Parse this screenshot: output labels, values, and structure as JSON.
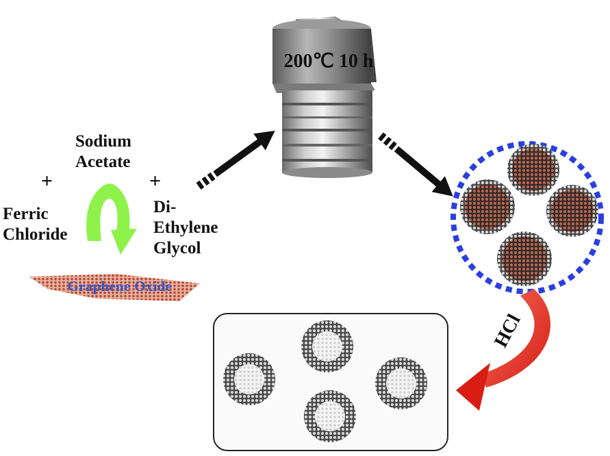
{
  "reagents": {
    "sodium_acetate": [
      "Sodium",
      "Acetate"
    ],
    "ferric_chloride": [
      "Ferric",
      "Chloride"
    ],
    "diethylene_glycol": [
      "Di-",
      "Ethylene",
      "Glycol"
    ],
    "plus_sign": "+",
    "graphene_oxide": "Graphene Oxide"
  },
  "reactor": {
    "condition": "200℃ 10 h"
  },
  "acid_step": {
    "label": "HCl"
  },
  "colors": {
    "green_arrow": "#8ef24a",
    "red_arrow": "#e2231a",
    "dotted_circle": "#2a3fe0",
    "graphene_oxide_text": "#3355cc",
    "graphene_sheet": "#c0654a"
  }
}
